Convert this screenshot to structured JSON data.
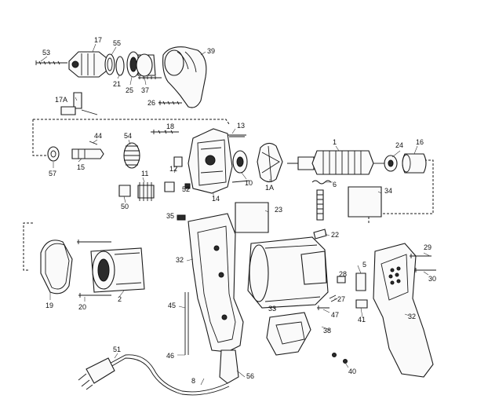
{
  "callouts": {
    "c53": "53",
    "c17": "17",
    "c55": "55",
    "c39": "39",
    "c21": "21",
    "c25": "25",
    "c37": "37",
    "c17a": "17A",
    "c26": "26",
    "c13": "13",
    "c18": "18",
    "c44": "44",
    "c54": "54",
    "c1": "1",
    "c24": "24",
    "c16": "16",
    "c57": "57",
    "c15": "15",
    "c11": "11",
    "c12": "12",
    "c10": "10",
    "c1a": "1A",
    "c6": "6",
    "c34": "34",
    "c50": "50",
    "c52": "52",
    "c14": "14",
    "c35": "35",
    "c23": "23",
    "c22": "22",
    "c29": "29",
    "c32a": "32",
    "c5": "5",
    "c30": "30",
    "c28": "28",
    "c27": "27",
    "c19": "19",
    "c2": "2",
    "c20": "20",
    "c45": "45",
    "c33": "33",
    "c47": "47",
    "c41": "41",
    "c32b": "32",
    "c38": "38",
    "c40": "40",
    "c46": "46",
    "c51": "51",
    "c56": "56",
    "c8": "8"
  }
}
